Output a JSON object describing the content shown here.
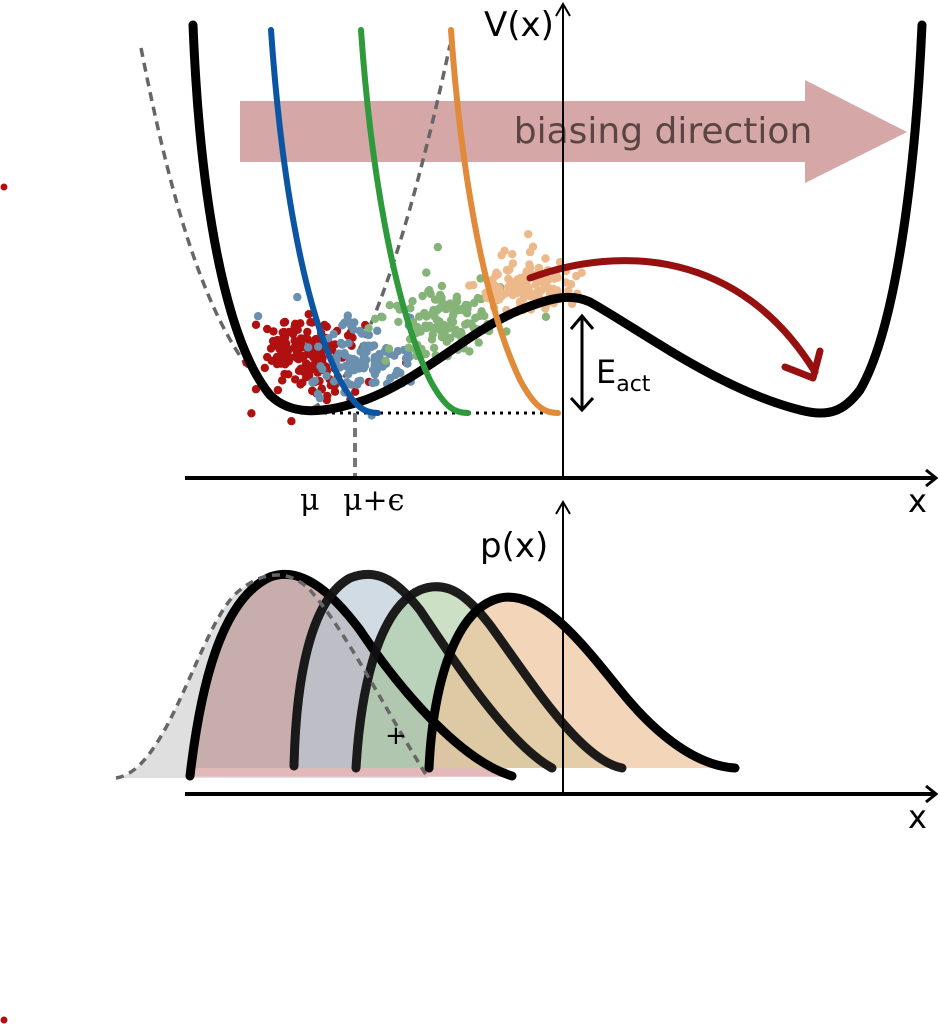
{
  "top_panel": {
    "y_axis_label": "V(x)",
    "x_axis_label": "x",
    "arrow_label": "biasing direction",
    "barrier_label_main": "E",
    "barrier_label_sub": "act",
    "tick_labels": [
      "μ",
      "μ+ϵ"
    ]
  },
  "bottom_panel": {
    "y_axis_label": "p(x)",
    "x_axis_label": "x",
    "overlap_marker": "+"
  },
  "colors": {
    "potential": "#000000",
    "bias_1": "#0b55a3",
    "bias_2": "#2f9a3c",
    "bias_3": "#e08a3a",
    "samples_1": "#b01010",
    "samples_2": "#6b8fae",
    "samples_3": "#86b378",
    "samples_4": "#edb98a",
    "transition_arrow": "#961010",
    "biasing_arrow": "#c78a8a",
    "dist_1": "#c4a4a4",
    "dist_2": "#b8c8d6",
    "dist_3": "#c3dcbe",
    "dist_4": "#f0d2b2",
    "reference_gaussian": "#dcdcdc"
  }
}
